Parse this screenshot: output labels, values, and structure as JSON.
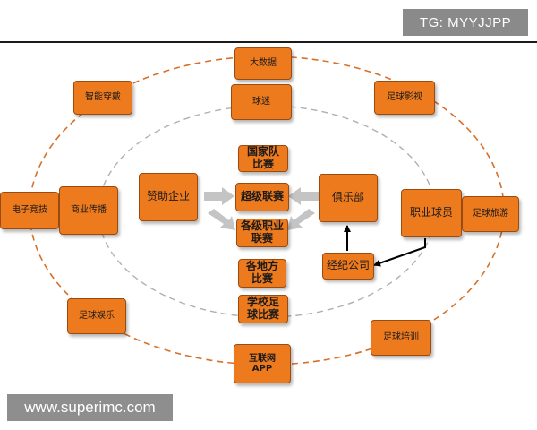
{
  "watermarks": {
    "top": "TG: MYYJJPP",
    "bottom": "www.superimc.com"
  },
  "nodes": {
    "big_data": "大数据",
    "smart_wear": "智能穿戴",
    "football_film": "足球影视",
    "football_star": "球迷",
    "esports": "电子竞技",
    "commercial_media": "商业传播",
    "sponsor": "赞助企业",
    "club": "俱乐部",
    "pro_player": "职业球员",
    "football_travel": "足球旅游",
    "agency": "经纪公司",
    "football_entertainment": "足球娱乐",
    "football_training": "足球培训",
    "internet_app": "互联网\nAPP"
  },
  "competitions": [
    "国家队比赛",
    "超级联赛",
    "各级职业联赛",
    "各地方比赛",
    "学校足球比赛"
  ],
  "colors": {
    "node_fill": "#ee7a1e",
    "node_border": "#9a4c10",
    "outer_ring": "#d8702a",
    "inner_ring": "#b0b0b0",
    "gray_arrow": "#c4c4c4",
    "black_arrow": "#000000"
  }
}
